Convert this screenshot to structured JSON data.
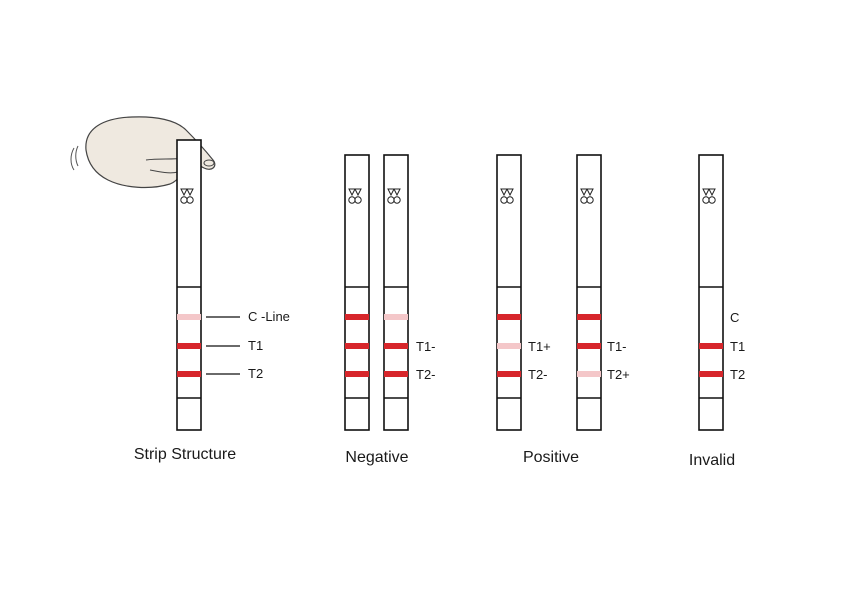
{
  "colors": {
    "strong": "#d7262b",
    "faint": "#f4c7c9",
    "outline": "#111111",
    "hand": "#efe9e0"
  },
  "panels": [
    {
      "caption": "Strip Structure",
      "hand": true,
      "strips": [
        {
          "bands": [
            "faint",
            "strong",
            "strong"
          ],
          "labels": [
            "C  -Line",
            "T1",
            "T2"
          ],
          "leaders": true
        }
      ]
    },
    {
      "caption": "Negative",
      "strips": [
        {
          "bands": [
            "strong",
            "strong",
            "strong"
          ],
          "labels": [
            "",
            "",
            ""
          ]
        },
        {
          "bands": [
            "faint",
            "strong",
            "strong"
          ],
          "labels": [
            "",
            "T1-",
            "T2-"
          ]
        }
      ]
    },
    {
      "caption": "Positive",
      "strips": [
        {
          "bands": [
            "strong",
            "faint",
            "strong"
          ],
          "labels": [
            "",
            "T1+",
            "T2-"
          ]
        },
        {
          "bands": [
            "strong",
            "strong",
            "faint"
          ],
          "labels": [
            "",
            "T1-",
            "T2+"
          ]
        }
      ]
    },
    {
      "caption": "Invalid",
      "strips": [
        {
          "bands": [
            "none",
            "strong",
            "strong"
          ],
          "labels": [
            "C",
            "T1",
            "T2"
          ]
        }
      ]
    }
  ]
}
